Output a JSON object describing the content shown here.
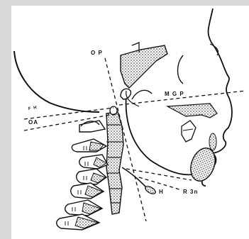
{
  "labels": {
    "op": "O P",
    "mgp": "M G P",
    "oa": "OA",
    "h": "H",
    "r3n": "R 3n",
    "fh": "F H"
  }
}
